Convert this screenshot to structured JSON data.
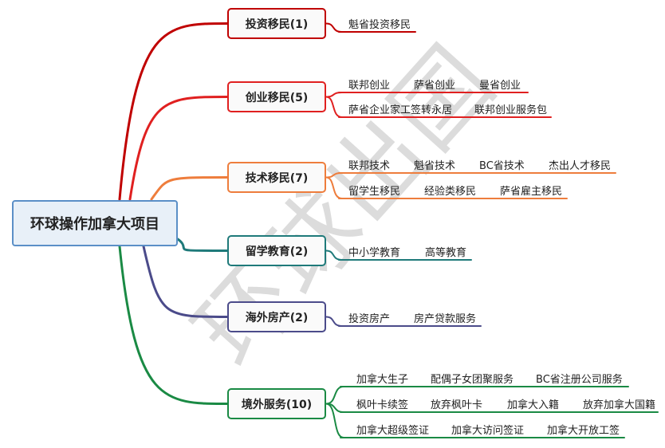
{
  "root": "环球操作加拿大项目",
  "watermark": "环球出国",
  "colors": {
    "investment": "#c00000",
    "startup": "#e02020",
    "skilled": "#ee7d3c",
    "study": "#1f7a7a",
    "property": "#4b4b8a",
    "services": "#1a8a44"
  },
  "branches": [
    {
      "label": "投资移民(1)",
      "leaves": [
        [
          "魁省投资移民"
        ]
      ]
    },
    {
      "label": "创业移民(5)",
      "leaves": [
        [
          "联邦创业",
          "萨省创业",
          "曼省创业"
        ],
        [
          "萨省企业家工签转永居",
          "联邦创业服务包"
        ]
      ]
    },
    {
      "label": "技术移民(7)",
      "leaves": [
        [
          "联邦技术",
          "魁省技术",
          "BC省技术",
          "杰出人才移民"
        ],
        [
          "留学生移民",
          "经验类移民",
          "萨省雇主移民"
        ]
      ]
    },
    {
      "label": "留学教育(2)",
      "leaves": [
        [
          "中小学教育",
          "高等教育"
        ]
      ]
    },
    {
      "label": "海外房产(2)",
      "leaves": [
        [
          "投资房产",
          "房产贷款服务"
        ]
      ]
    },
    {
      "label": "境外服务(10)",
      "leaves": [
        [
          "加拿大生子",
          "配偶子女团聚服务",
          "BC省注册公司服务"
        ],
        [
          "枫叶卡续签",
          "放弃枫叶卡",
          "加拿大入籍",
          "放弃加拿大国籍"
        ],
        [
          "加拿大超级签证",
          "加拿大访问签证",
          "加拿大开放工签"
        ]
      ]
    }
  ]
}
